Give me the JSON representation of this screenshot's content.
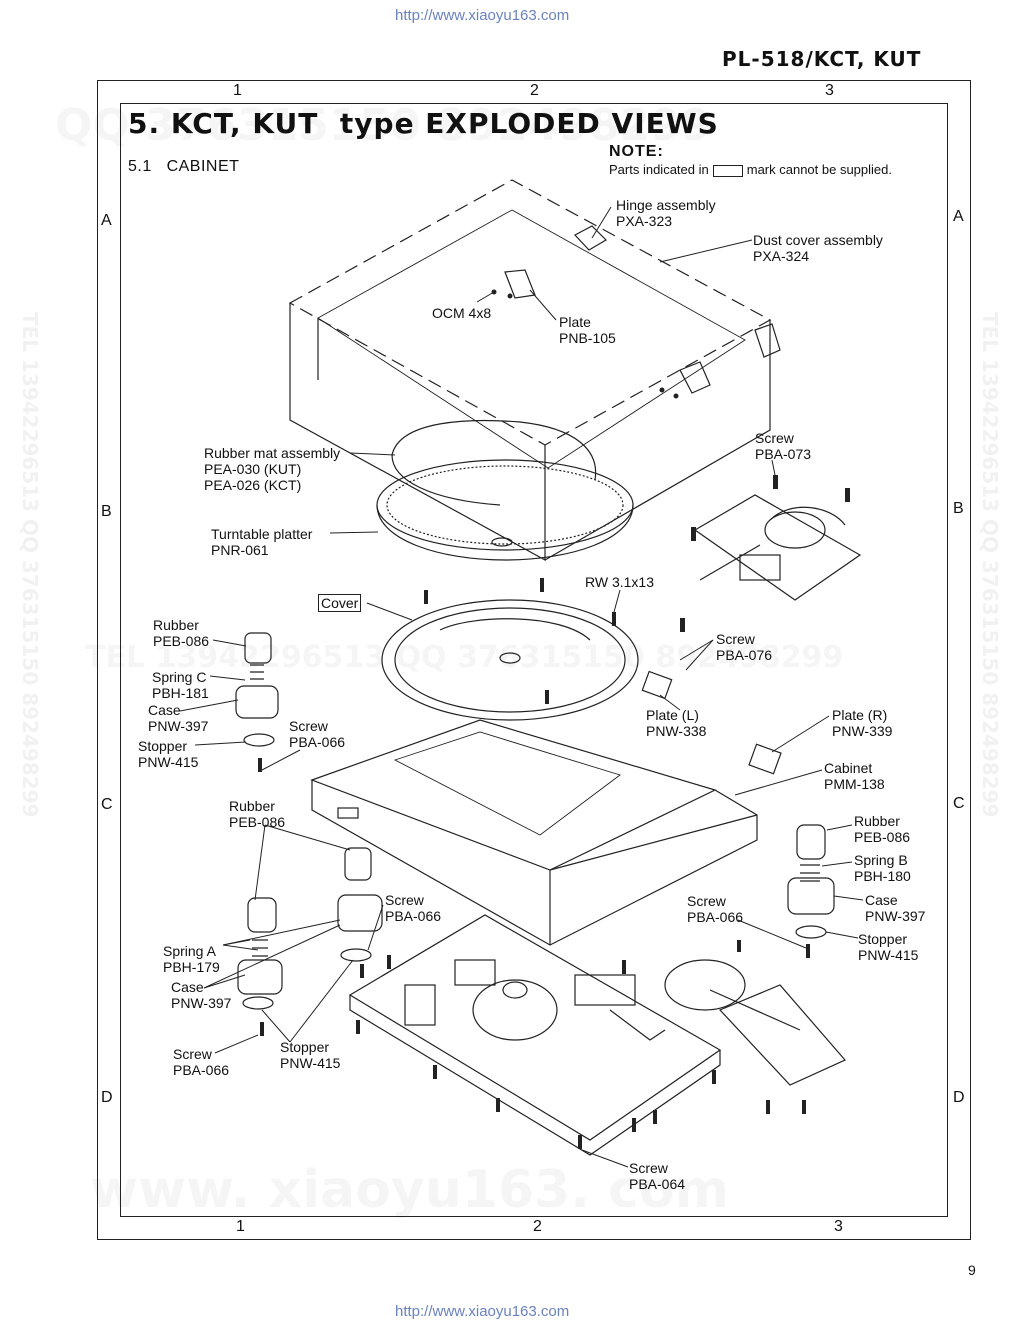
{
  "header": {
    "url_top": "http://www.xiaoyu163.com",
    "model": "PL-518/KCT, KUT",
    "url_bottom": "http://www.xiaoyu163.com",
    "page_number": "9"
  },
  "grid": {
    "columns": [
      "1",
      "2",
      "3"
    ],
    "rows": [
      "A",
      "B",
      "C",
      "D"
    ]
  },
  "title": "5. KCT, KUT  type EXPLODED VIEWS",
  "section": "5.1   CABINET",
  "note": {
    "heading": "NOTE:",
    "text_before": "Parts indicated in",
    "text_after": "mark cannot be supplied."
  },
  "watermarks": {
    "qq_top": "QQ 376315150  892498299",
    "tel_mid": "TEL 13942296513     QQ 376315150  892498299",
    "site_bottom": "www. xiaoyu163. com",
    "side_left": "TEL 13942296513  QQ 376315150  892498299",
    "side_right": "TEL 13942296513  QQ 376315150  892498299"
  },
  "parts": {
    "hinge": "Hinge assembly\nPXA-323",
    "dust_cover": "Dust cover assembly\nPXA-324",
    "ocm": "OCM 4x8",
    "plate_pnb": "Plate\nPNB-105",
    "rubber_mat": "Rubber mat assembly\nPEA-030 (KUT)\nPEA-026 (KCT)",
    "screw_pba073": "Screw\nPBA-073",
    "platter": "Turntable platter\nPNR-061",
    "rw": "RW 3.1x13",
    "cover": "Cover",
    "rubber_1": "Rubber\nPEB-086",
    "spring_c": "Spring C\nPBH-181",
    "case_1": "Case\nPNW-397",
    "stopper_1": "Stopper\nPNW-415",
    "screw_pba066_1": "Screw\nPBA-066",
    "screw_pba076": "Screw\nPBA-076",
    "plate_l": "Plate (L)\nPNW-338",
    "plate_r": "Plate (R)\nPNW-339",
    "cabinet": "Cabinet\nPMM-138",
    "rubber_2": "Rubber\nPEB-086",
    "rubber_3": "Rubber\nPEB-086",
    "spring_b": "Spring B\nPBH-180",
    "screw_pba066_2": "Screw\nPBA-066",
    "screw_pba066_3": "Screw\nPBA-066",
    "case_3": "Case\nPNW-397",
    "stopper_3": "Stopper\nPNW-415",
    "spring_a": "Spring A\nPBH-179",
    "case_2": "Case\nPNW-397",
    "stopper_2": "Stopper\nPNW-415",
    "screw_pba066_4": "Screw\nPBA-066",
    "screw_pba064": "Screw\nPBA-064"
  }
}
